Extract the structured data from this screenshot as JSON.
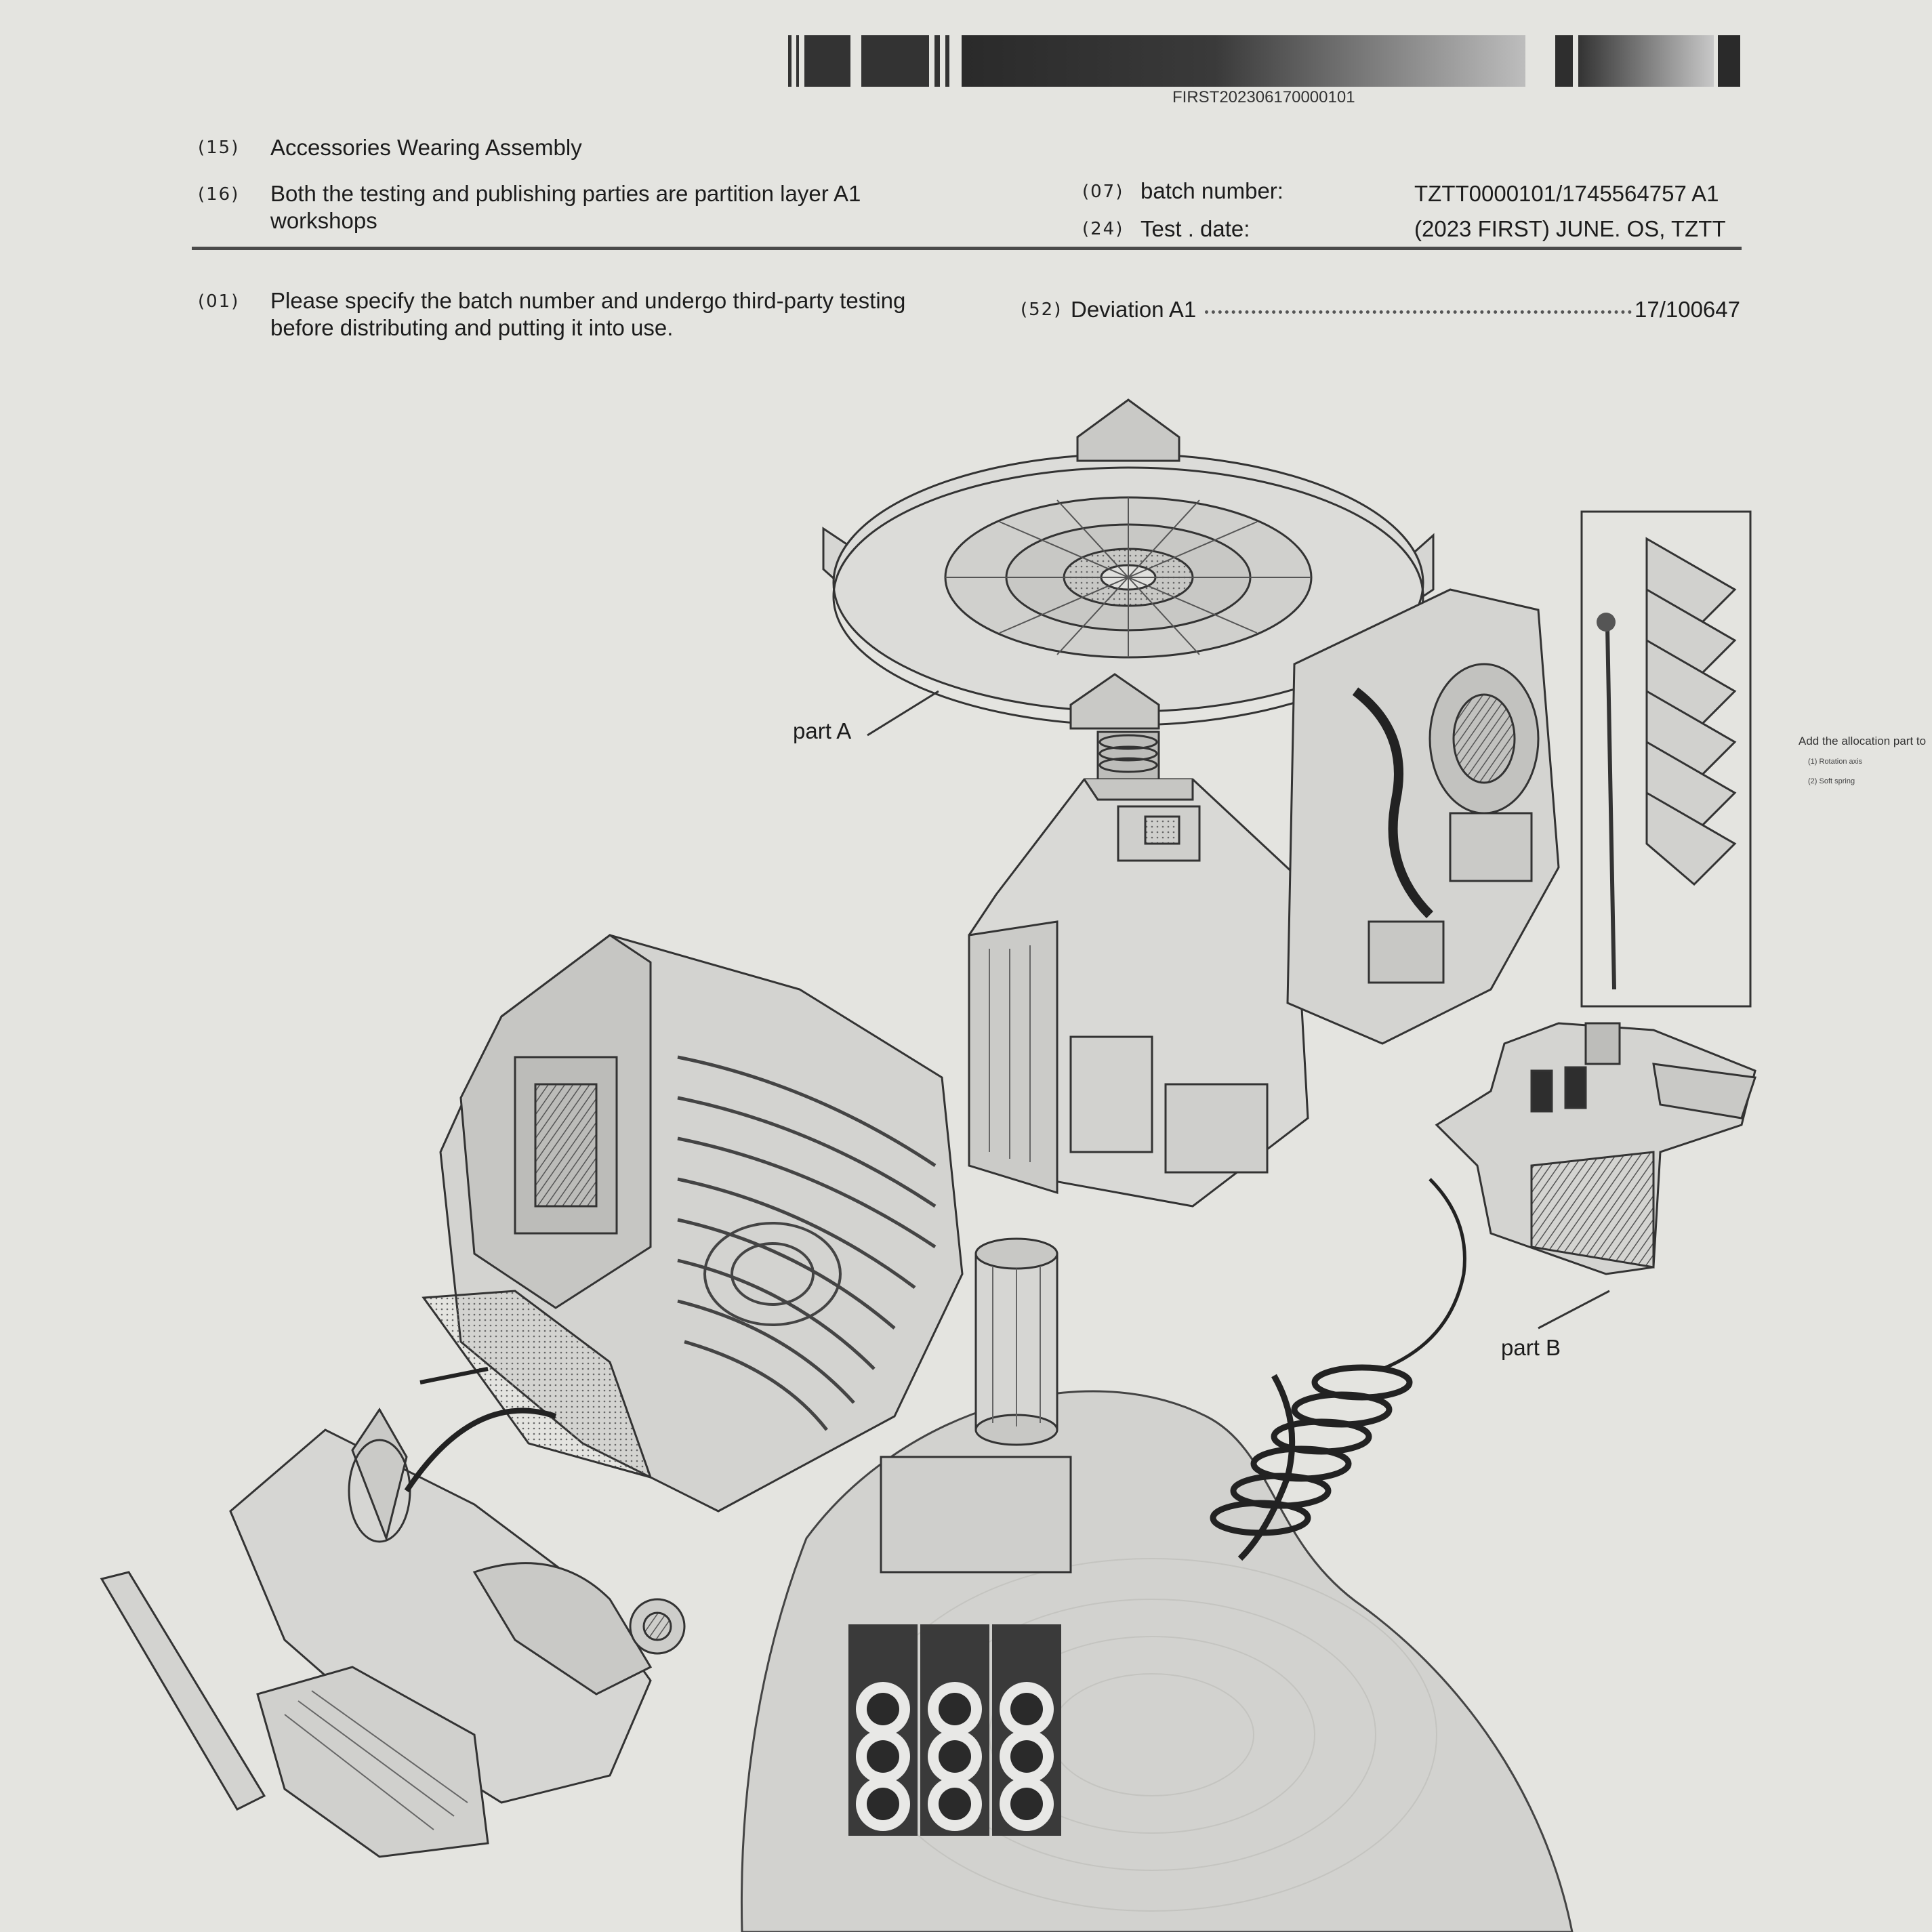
{
  "header": {
    "barcode_id": "FIRST202306170000101"
  },
  "fields": {
    "f15": {
      "code": "(15)",
      "text": "Accessories Wearing Assembly"
    },
    "f16": {
      "code": "(16)",
      "line1": "Both the testing and publishing parties are partition layer A1",
      "line2": "workshops"
    },
    "f07": {
      "code": "(07)",
      "label": "batch number:",
      "value": "TZTT0000101/1745564757  A1"
    },
    "f24": {
      "code": "(24)",
      "label": "Test . date:",
      "value": "(2023  FIRST) JUNE. OS, TZTT"
    },
    "f01": {
      "code": "(01)",
      "line1": "Please specify the batch number and undergo third-party testing",
      "line2": "before distributing and putting it into use."
    },
    "f52": {
      "code": "(52)",
      "label": "Deviation A1",
      "value": "17/100647"
    }
  },
  "callouts": {
    "part_a": "part A",
    "part_b": "part B"
  },
  "side_note": {
    "title": "Add the allocation part to",
    "items": [
      "(1)  Rotation axis",
      "(2)  Soft spring"
    ]
  },
  "colors": {
    "background": "#e4e4e0",
    "ink": "#1e1e1e",
    "linework": "#333333",
    "dark_fill": "#3a3a3a"
  }
}
